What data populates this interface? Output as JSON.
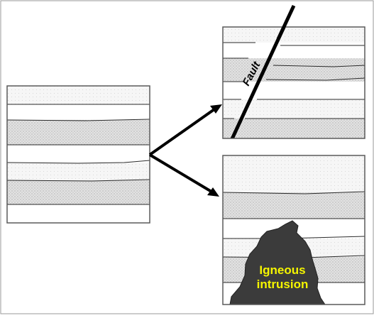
{
  "labels": {
    "fault": "Fault",
    "intrusion_line1": "Igneous",
    "intrusion_line2": "intrusion"
  },
  "colors": {
    "frame_border": "#5a5a5a",
    "layer_line": "#2a2a2a",
    "stippled_layer": "#d9d9d9",
    "light_layer": "#f4f4f4",
    "white_layer": "#ffffff",
    "fault_line": "#000000",
    "intrusion_fill": "#3b3b3b",
    "intrusion_text": "#f5f500",
    "arrow": "#000000"
  },
  "panels": [
    {
      "name": "original-strata",
      "description": ""
    },
    {
      "name": "faulted-strata",
      "description": ""
    },
    {
      "name": "intruded-strata",
      "description": ""
    }
  ]
}
